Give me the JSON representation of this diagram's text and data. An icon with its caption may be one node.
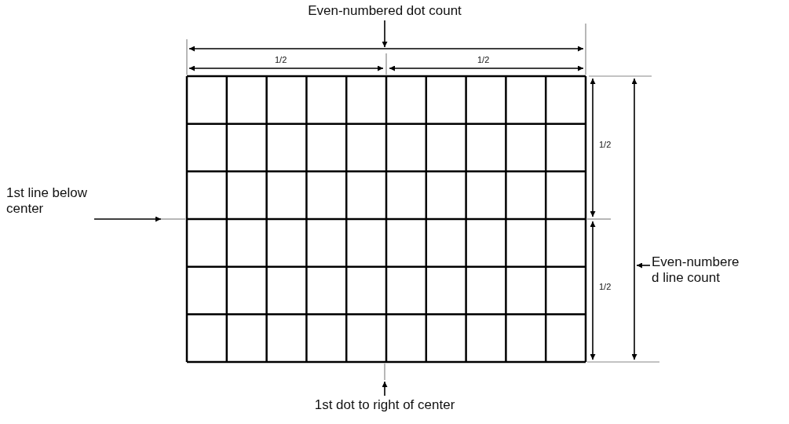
{
  "diagram": {
    "nodes": [
      {
        "text": [
          "Even-numbered dot count"
        ]
      },
      {
        "text": [
          "1st line below center"
        ]
      },
      {
        "text": [
          "Even-numbere d line count"
        ]
      },
      {
        "text": [
          "1st dot to right of center"
        ]
      }
    ],
    "edges": [
      {
        "from": 0,
        "to": null,
        "arrow": "to"
      },
      {
        "from": 1,
        "to": null,
        "arrow": "to"
      },
      {
        "from": 2,
        "to": null,
        "arrow": "to"
      },
      {
        "from": 3,
        "to": null,
        "arrow": "to"
      }
    ],
    "labels": [
      "1/2",
      "1/2",
      "1/2",
      "1/2"
    ]
  }
}
